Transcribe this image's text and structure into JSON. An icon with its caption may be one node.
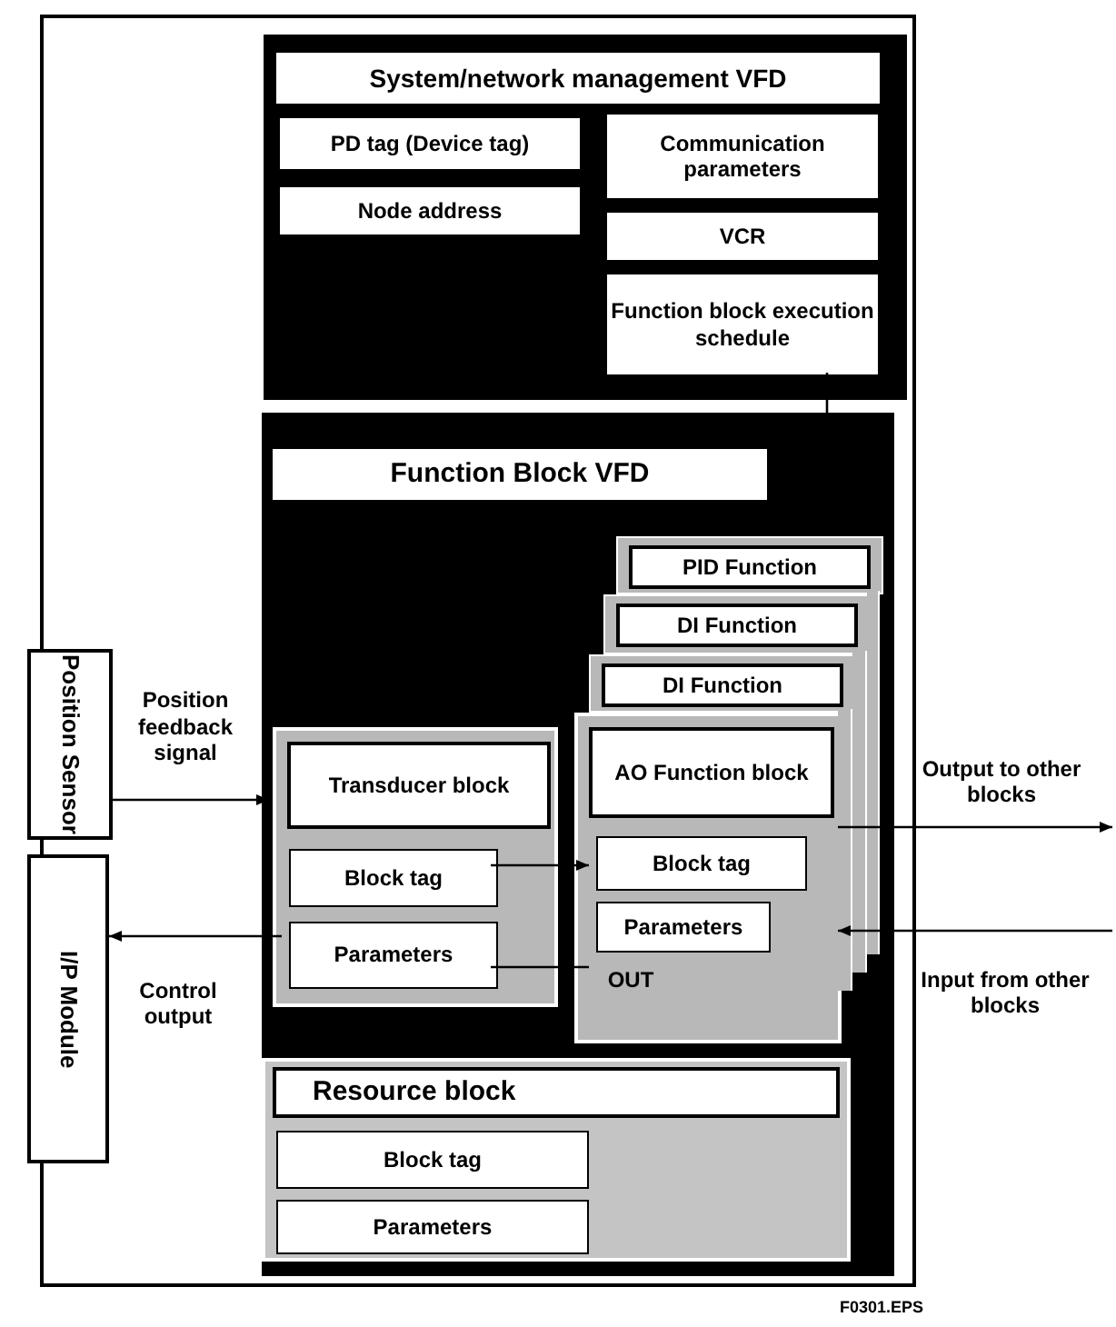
{
  "diagram": {
    "nodes": [
      {
        "text": [],
        "shape": "box"
      },
      {
        "text": [
          "System/network management VFD"
        ],
        "in": 0
      },
      {
        "text": [
          "PD tag (Device tag)"
        ],
        "in": 1
      },
      {
        "text": [
          "Communication parameters"
        ],
        "in": 1
      },
      {
        "text": [
          "Node address"
        ],
        "in": 1
      },
      {
        "text": [
          "VCR"
        ],
        "in": 1
      },
      {
        "text": [
          "Function block execution schedule"
        ],
        "in": 1
      },
      {
        "text": [
          "Function Block VFD"
        ],
        "in": 0
      },
      {
        "text": [
          "PID Function"
        ],
        "in": 7
      },
      {
        "text": [
          "DI Function"
        ],
        "in": 7
      },
      {
        "text": [
          "DI Function"
        ],
        "in": 7
      },
      {
        "text": [],
        "shape": "box",
        "in": 7
      },
      {
        "text": [
          "AO Function block"
        ],
        "in": 11
      },
      {
        "text": [
          "Block tag"
        ],
        "in": 11
      },
      {
        "text": [
          "Parameters"
        ],
        "in": 11
      },
      {
        "text": [
          "OUT"
        ],
        "in": 11
      },
      {
        "text": [],
        "shape": "box",
        "in": 7
      },
      {
        "text": [
          "Transducer block"
        ],
        "in": 16
      },
      {
        "text": [
          "Block tag"
        ],
        "in": 16
      },
      {
        "text": [
          "Parameters"
        ],
        "in": 16
      },
      {
        "text": [
          "Resource block"
        ],
        "in": 7
      },
      {
        "text": [
          "Block tag"
        ],
        "in": 20
      },
      {
        "text": [
          "Parameters"
        ],
        "in": 20
      },
      {
        "text": [
          "Position Sensor"
        ]
      },
      {
        "text": [
          "I/P Module"
        ]
      }
    ],
    "edges": [
      {
        "from": 6,
        "to": 8,
        "arrow": "to"
      },
      {
        "from": 23,
        "to": 16,
        "arrow": "to",
        "label": "Position feedback signal"
      },
      {
        "from": 19,
        "to": 24,
        "arrow": "to",
        "label": "Control output"
      },
      {
        "from": 18,
        "to": 13,
        "arrow": "to"
      },
      {
        "from": 15,
        "to": 19,
        "arrow": "none"
      },
      {
        "from": 11,
        "to": null,
        "arrow": "to",
        "label": "Output to other blocks"
      },
      {
        "from": null,
        "to": 11,
        "arrow": "to",
        "label": "Input from other blocks"
      }
    ],
    "labels": [
      "F0301.EPS"
    ]
  }
}
